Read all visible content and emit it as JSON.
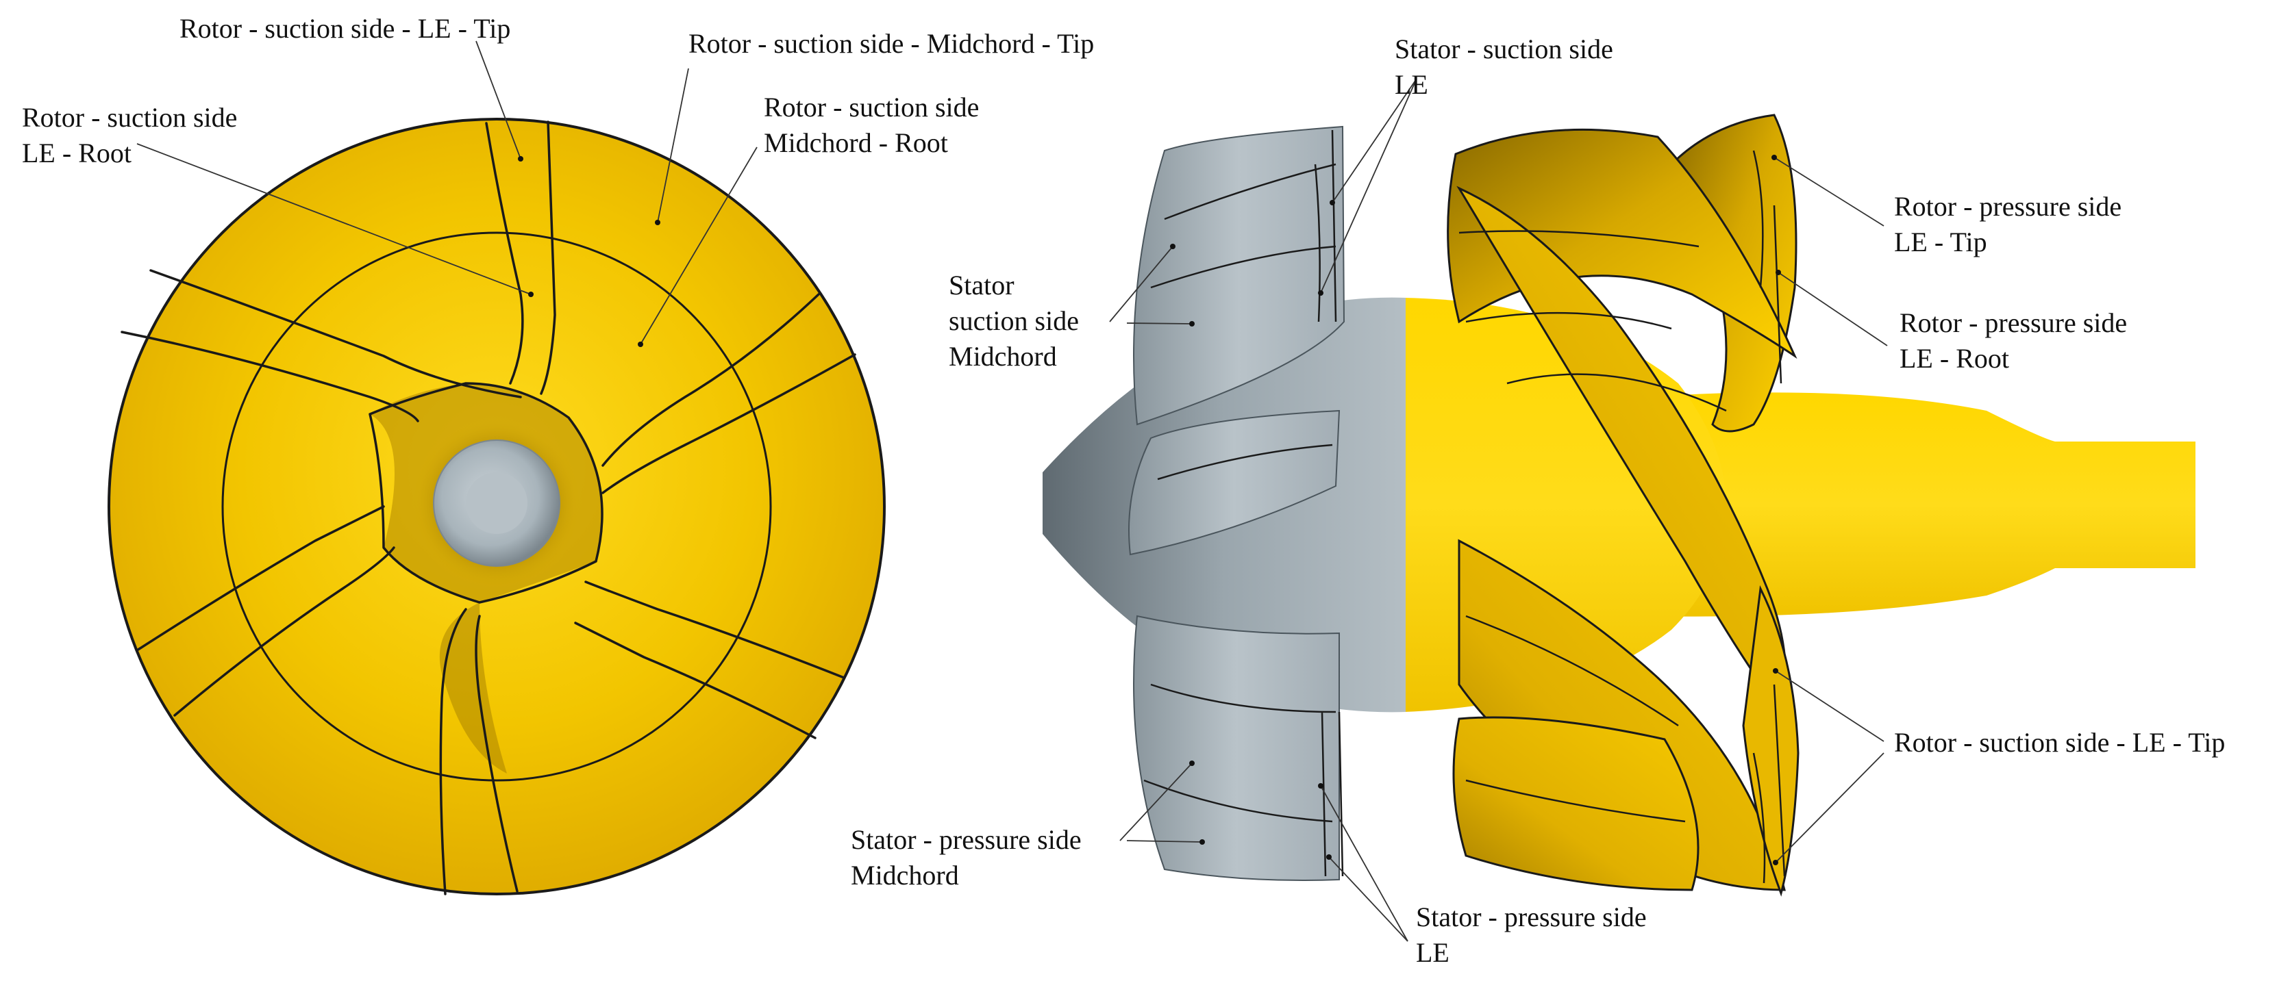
{
  "colors": {
    "rotor": "#f2c500",
    "rotor_light": "#ffdb1e",
    "rotor_dark": "#a88000",
    "stator": "#a8b4bb",
    "stator_light": "#c9d1d6",
    "stator_dark": "#6e7a82",
    "lines": "#1a1a1a",
    "text": "#111111"
  },
  "labels": {
    "rotor_ss_le_tip_left": [
      "Rotor - suction side - LE - Tip"
    ],
    "rotor_ss_midchord_tip": [
      "Rotor - suction side - Midchord - Tip"
    ],
    "rotor_ss_le_root": [
      "Rotor - suction side",
      "LE - Root"
    ],
    "rotor_ss_midchord_root": [
      "Rotor - suction side",
      "Midchord - Root"
    ],
    "stator_ss_le": [
      "Stator - suction side",
      "LE"
    ],
    "stator_ss_midchord": [
      "Stator",
      "suction side",
      "Midchord"
    ],
    "stator_ps_midchord": [
      "Stator - pressure side",
      "Midchord"
    ],
    "stator_ps_le": [
      "Stator - pressure side",
      "LE"
    ],
    "rotor_ps_le_tip": [
      "Rotor - pressure side",
      "LE - Tip"
    ],
    "rotor_ps_le_root": [
      "Rotor - pressure side",
      "LE - Root"
    ],
    "rotor_ss_le_tip_right": [
      "Rotor - suction side - LE - Tip"
    ]
  }
}
